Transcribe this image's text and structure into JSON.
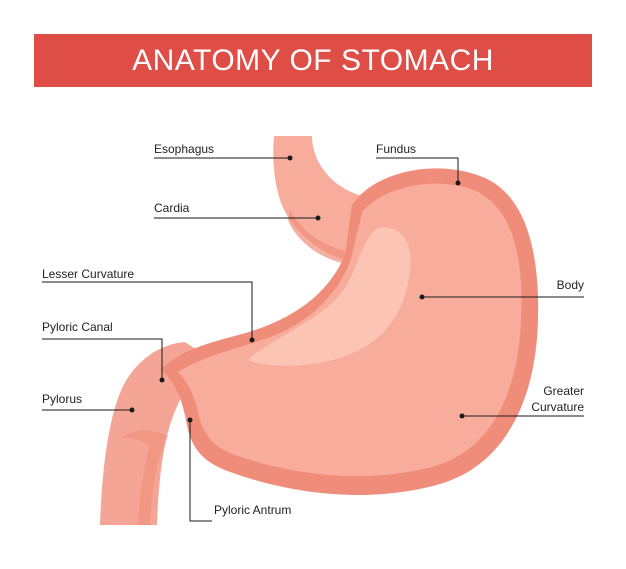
{
  "title": "ANATOMY OF STOMACH",
  "colors": {
    "banner": "#de4e47",
    "outer": "#ef8d7a",
    "inner": "#f8ad9c",
    "highlight": "#fbc4b4",
    "duodenum": "#f5a595",
    "leader": "#1a1a1a"
  },
  "labels": {
    "esophagus": "Esophagus",
    "fundus": "Fundus",
    "cardia": "Cardia",
    "lesser_curvature": "Lesser Curvature",
    "body": "Body",
    "pyloric_canal": "Pyloric Canal",
    "greater_curvature_1": "Greater",
    "greater_curvature_2": "Curvature",
    "pylorus": "Pylorus",
    "pyloric_antrum": "Pyloric Antrum"
  }
}
